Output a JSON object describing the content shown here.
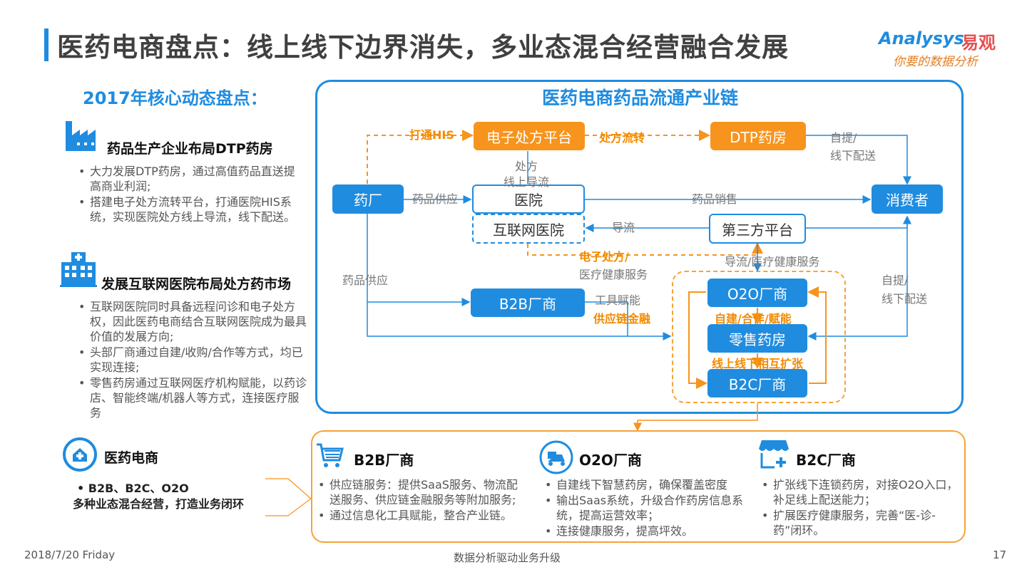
{
  "header": {
    "title": "医药电商盘点：线上线下边界消失，多业态混合经营融合发展",
    "logo_en": "Analysys",
    "logo_cn": "易观",
    "logo_sub": "你要的数据分析"
  },
  "left": {
    "title": "2017年核心动态盘点：",
    "sections": [
      {
        "icon": "factory-icon",
        "heading": "药品生产企业布局DTP药房",
        "bullets": [
          "大力发展DTP药房，通过高值药品直送提高商业利润;",
          "搭建电子处方流转平台，打通医院HIS系统，实现医院处方线上导流，线下配送。"
        ]
      },
      {
        "icon": "hospital-icon",
        "heading": "发展互联网医院布局处方药市场",
        "bullets": [
          "互联网医院同时具备远程问诊和电子处方权，因此医药电商结合互联网医院成为最具价值的发展方向;",
          "头部厂商通过自建/收购/合作等方式，均已实现连接;",
          "零售药房通过互联网医疗机构赋能，以药诊店、智能终端/机器人等方式，连接医疗服务"
        ]
      },
      {
        "icon": "medical-shield-icon",
        "heading": "医药电商",
        "bullet": "B2B、B2C、O2O",
        "summary": "多种业态混合经营，打造业务闭环"
      }
    ]
  },
  "chain": {
    "title": "医药电商药品流通产业链",
    "nodes": {
      "eprescription": "电子处方平台",
      "dtp": "DTP药房",
      "factory": "药厂",
      "hospital": "医院",
      "consumer": "消费者",
      "internet_hospital": "互联网医院",
      "third_party": "第三方平台",
      "b2b": "B2B厂商",
      "o2o": "O2O厂商",
      "retail": "零售药房",
      "b2c": "B2C厂商"
    },
    "labels": {
      "connect_his": "打通HIS",
      "prescription_flow": "处方流转",
      "pickup_delivery_1": "自提/",
      "pickup_delivery_2": "线下配送",
      "prescription_1": "处方",
      "prescription_2": "线上导流",
      "drug_supply": "药品供应",
      "drug_sales": "药品销售",
      "guide": "导流",
      "eprescription_1": "电子处方/",
      "eprescription_2": "医疗健康服务",
      "guide_health": "导流/医疗健康服务",
      "drug_supply_2": "药品供应",
      "pickup_delivery_3": "自提/",
      "pickup_delivery_4": "线下配送",
      "tool_enable": "工具赋能",
      "supply_finance": "供应链金融",
      "self_build": "自建/合作/赋能",
      "online_offline": "线上线下相互扩张"
    }
  },
  "bottom": {
    "cols": [
      {
        "icon": "cart-icon",
        "heading": "B2B厂商",
        "bullets": [
          "供应链服务：提供SaaS服务、物流配送服务、供应链金融服务等附加服务;",
          "通过信息化工具赋能，整合产业链。"
        ]
      },
      {
        "icon": "delivery-scooter-icon",
        "heading": "O2O厂商",
        "bullets": [
          "自建线下智慧药房，确保覆盖密度",
          "输出Saas系统，升级合作药房信息系统，提高运营效率；",
          "连接健康服务，提高坪效。"
        ]
      },
      {
        "icon": "store-icon",
        "heading": "B2C厂商",
        "bullets": [
          "扩张线下连锁药房，对接O2O入口，补足线上配送能力；",
          "扩展医疗健康服务，完善“医-诊-药”闭环。"
        ]
      }
    ]
  },
  "footer": {
    "date": "2018/7/20 Friday",
    "center": "数据分析驱动业务升级",
    "page": "17"
  },
  "colors": {
    "primary": "#1f8ce0",
    "accent": "#f7941d"
  }
}
